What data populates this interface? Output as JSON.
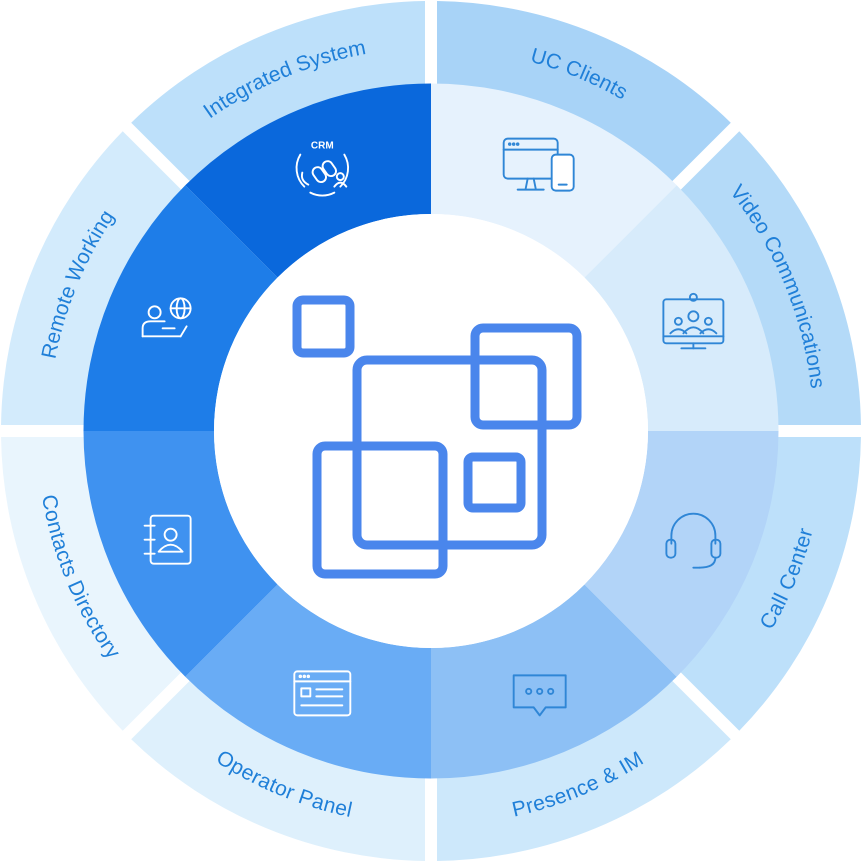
{
  "diagram": {
    "segments": [
      {
        "label": "UC Clients",
        "icon": "devices-icon",
        "outer_color": "#a8d3f7",
        "inner_color": "#e6f2fd",
        "icon_color": "#2f86d6",
        "label_color": "#1f7fd8"
      },
      {
        "label": "Video Communications",
        "icon": "video-conference-icon",
        "outer_color": "#b4daf8",
        "inner_color": "#d7ebfb",
        "icon_color": "#2f86d6",
        "label_color": "#1f7fd8"
      },
      {
        "label": "Call Center",
        "icon": "headset-icon",
        "outer_color": "#bde0fa",
        "inner_color": "#b2d4f8",
        "icon_color": "#2f86d6",
        "label_color": "#1f7fd8"
      },
      {
        "label": "Presence & IM",
        "icon": "chat-bubble-icon",
        "outer_color": "#cde8fb",
        "inner_color": "#8dc0f5",
        "icon_color": "#2f86d6",
        "label_color": "#1f7fd8"
      },
      {
        "label": "Operator Panel",
        "icon": "operator-panel-icon",
        "outer_color": "#def0fc",
        "inner_color": "#69acf5",
        "icon_color": "#ffffff",
        "label_color": "#1f7fd8"
      },
      {
        "label": "Contacts Directory",
        "icon": "contacts-directory-icon",
        "outer_color": "#e9f5fd",
        "inner_color": "#3f92f0",
        "icon_color": "#ffffff",
        "label_color": "#1f7fd8"
      },
      {
        "label": "Remote Working",
        "icon": "remote-working-icon",
        "outer_color": "#d3ebfc",
        "inner_color": "#1e7de8",
        "icon_color": "#ffffff",
        "label_color": "#1f7fd8"
      },
      {
        "label": "Integrated System",
        "icon": "crm-integration-icon",
        "outer_color": "#bde0fa",
        "inner_color": "#0a68dc",
        "icon_color": "#ffffff",
        "label_color": "#1f7fd8"
      }
    ],
    "crm_text": "CRM",
    "center_logo": {
      "name": "squares-logo-icon",
      "color": "#4a86ec"
    }
  }
}
